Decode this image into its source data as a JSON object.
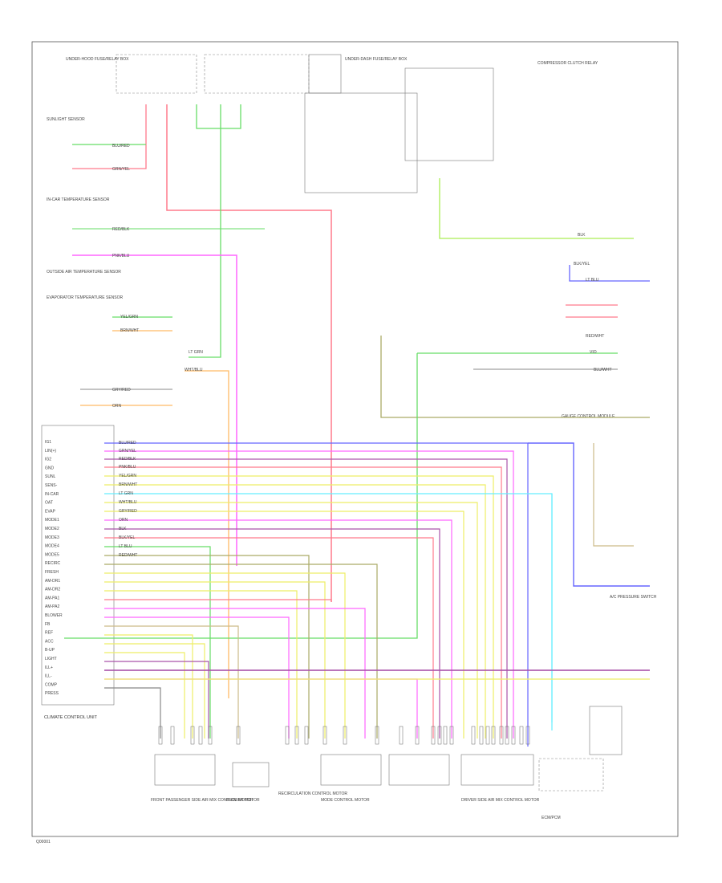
{
  "diagram": {
    "page_code": "Q00001",
    "frame_label": "",
    "components": {
      "hvac_control_unit": "CLIMATE CONTROL UNIT",
      "front_passenger_mode_motor": "FRONT PASSENGER SIDE AIR MIX CONTROL MOTOR",
      "blower_motor": "BLOWER MOTOR",
      "recirc_motor": "RECIRCULATION CONTROL MOTOR",
      "mode_motor": "MODE CONTROL MOTOR",
      "driver_motor": "DRIVER SIDE AIR MIX CONTROL MOTOR",
      "compressor": "COMPRESSOR CLUTCH RELAY",
      "ac_pressure_switch": "A/C PRESSURE SWITCH",
      "fuse_box": "UNDER-HOOD FUSE/RELAY BOX",
      "dash_fuse": "UNDER-DASH FUSE/RELAY BOX",
      "sunlight_sensor": "SUNLIGHT SENSOR",
      "in_car_sensor": "IN-CAR TEMPERATURE SENSOR",
      "ambient_sensor": "OUTSIDE AIR TEMPERATURE SENSOR",
      "evap_sensor": "EVAPORATOR TEMPERATURE SENSOR",
      "gauge_control": "GAUGE CONTROL MODULE",
      "pcm": "ECM/PCM"
    },
    "pin_labels": [
      "IG1",
      "LIN(+)",
      "IG2",
      "GND",
      "SUNL",
      "SENS-",
      "IN-CAR",
      "OAT",
      "EVAP",
      "MODE1",
      "MODE2",
      "MODE3",
      "MODE4",
      "MODE5",
      "RECIRC",
      "FRESH",
      "AM-DR1",
      "AM-DR2",
      "AM-PA1",
      "AM-PA2",
      "BLOWER",
      "FB",
      "REF",
      "ACC",
      "B-UP",
      "LIGHT",
      "ILL+",
      "ILL-",
      "COMP",
      "PRESS"
    ],
    "wire_codes": [
      "BLU/RED",
      "GRN/YEL",
      "RED/BLK",
      "PNK/BLU",
      "YEL/GRN",
      "BRN/WHT",
      "LT GRN",
      "WHT/BLU",
      "GRY/RED",
      "ORN",
      "BLK",
      "BLK/YEL",
      "LT BLU",
      "RED/WHT",
      "VIO",
      "BLU/WHT"
    ],
    "legend_colors": {
      "red": "#ff7a8c",
      "pink": "#ff66ff",
      "green": "#66dd66",
      "ltgreen": "#aaee55",
      "blue": "#6666ff",
      "ltblue": "#66eeff",
      "yellow": "#eeee66",
      "orange": "#ffbb66",
      "olive": "#aaaa66",
      "violet": "#aa55aa",
      "tan": "#ccbb88",
      "gray": "#888888"
    }
  }
}
